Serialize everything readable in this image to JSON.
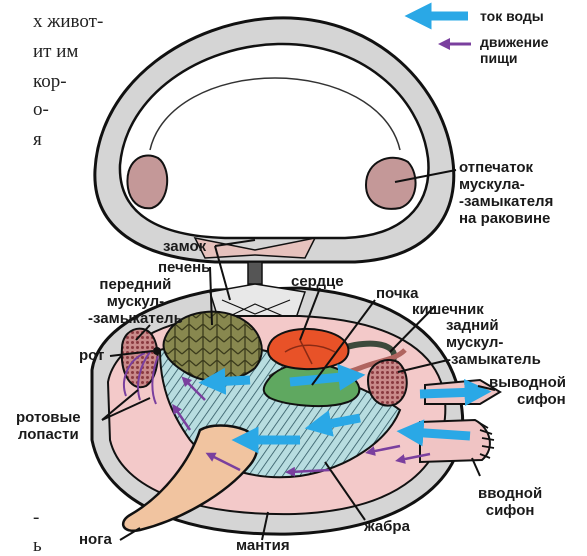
{
  "book_text": [
    "х живот-",
    "ит им",
    "кор-",
    "о-",
    "я",
    "-",
    "ь"
  ],
  "legend": {
    "water_flow": "ток воды",
    "food_movement": [
      "движение",
      "пищи"
    ]
  },
  "labels": {
    "muscle_imprint": [
      "отпечаток",
      "мускула-",
      "-замыкателя",
      "на раковине"
    ],
    "hinge": "замок",
    "liver": "печень",
    "anterior_muscle": [
      "передний",
      "мускул-",
      "-замыкатель"
    ],
    "heart": "сердце",
    "kidney": "почка",
    "intestine": "кишечник",
    "posterior_muscle": [
      "задний",
      "мускул-",
      "-замыкатель"
    ],
    "mouth": "рот",
    "exhalant_siphon": [
      "выводной",
      "сифон"
    ],
    "oral_lobes": [
      "ротовые",
      "лопасти"
    ],
    "inhalant_siphon": [
      "вводной",
      "сифон"
    ],
    "foot": "нога",
    "gill": "жабра",
    "mantle": "мантия"
  },
  "colors": {
    "water_arrow": "#2aa8e6",
    "food_arrow": "#7a3f9e",
    "shell": "#d6d6d6",
    "mantle": "#f2c9c9",
    "liver": "#8a8a52",
    "heart": "#e8502a",
    "gill": "#b4d9dc",
    "muscle": "#c48a88"
  }
}
